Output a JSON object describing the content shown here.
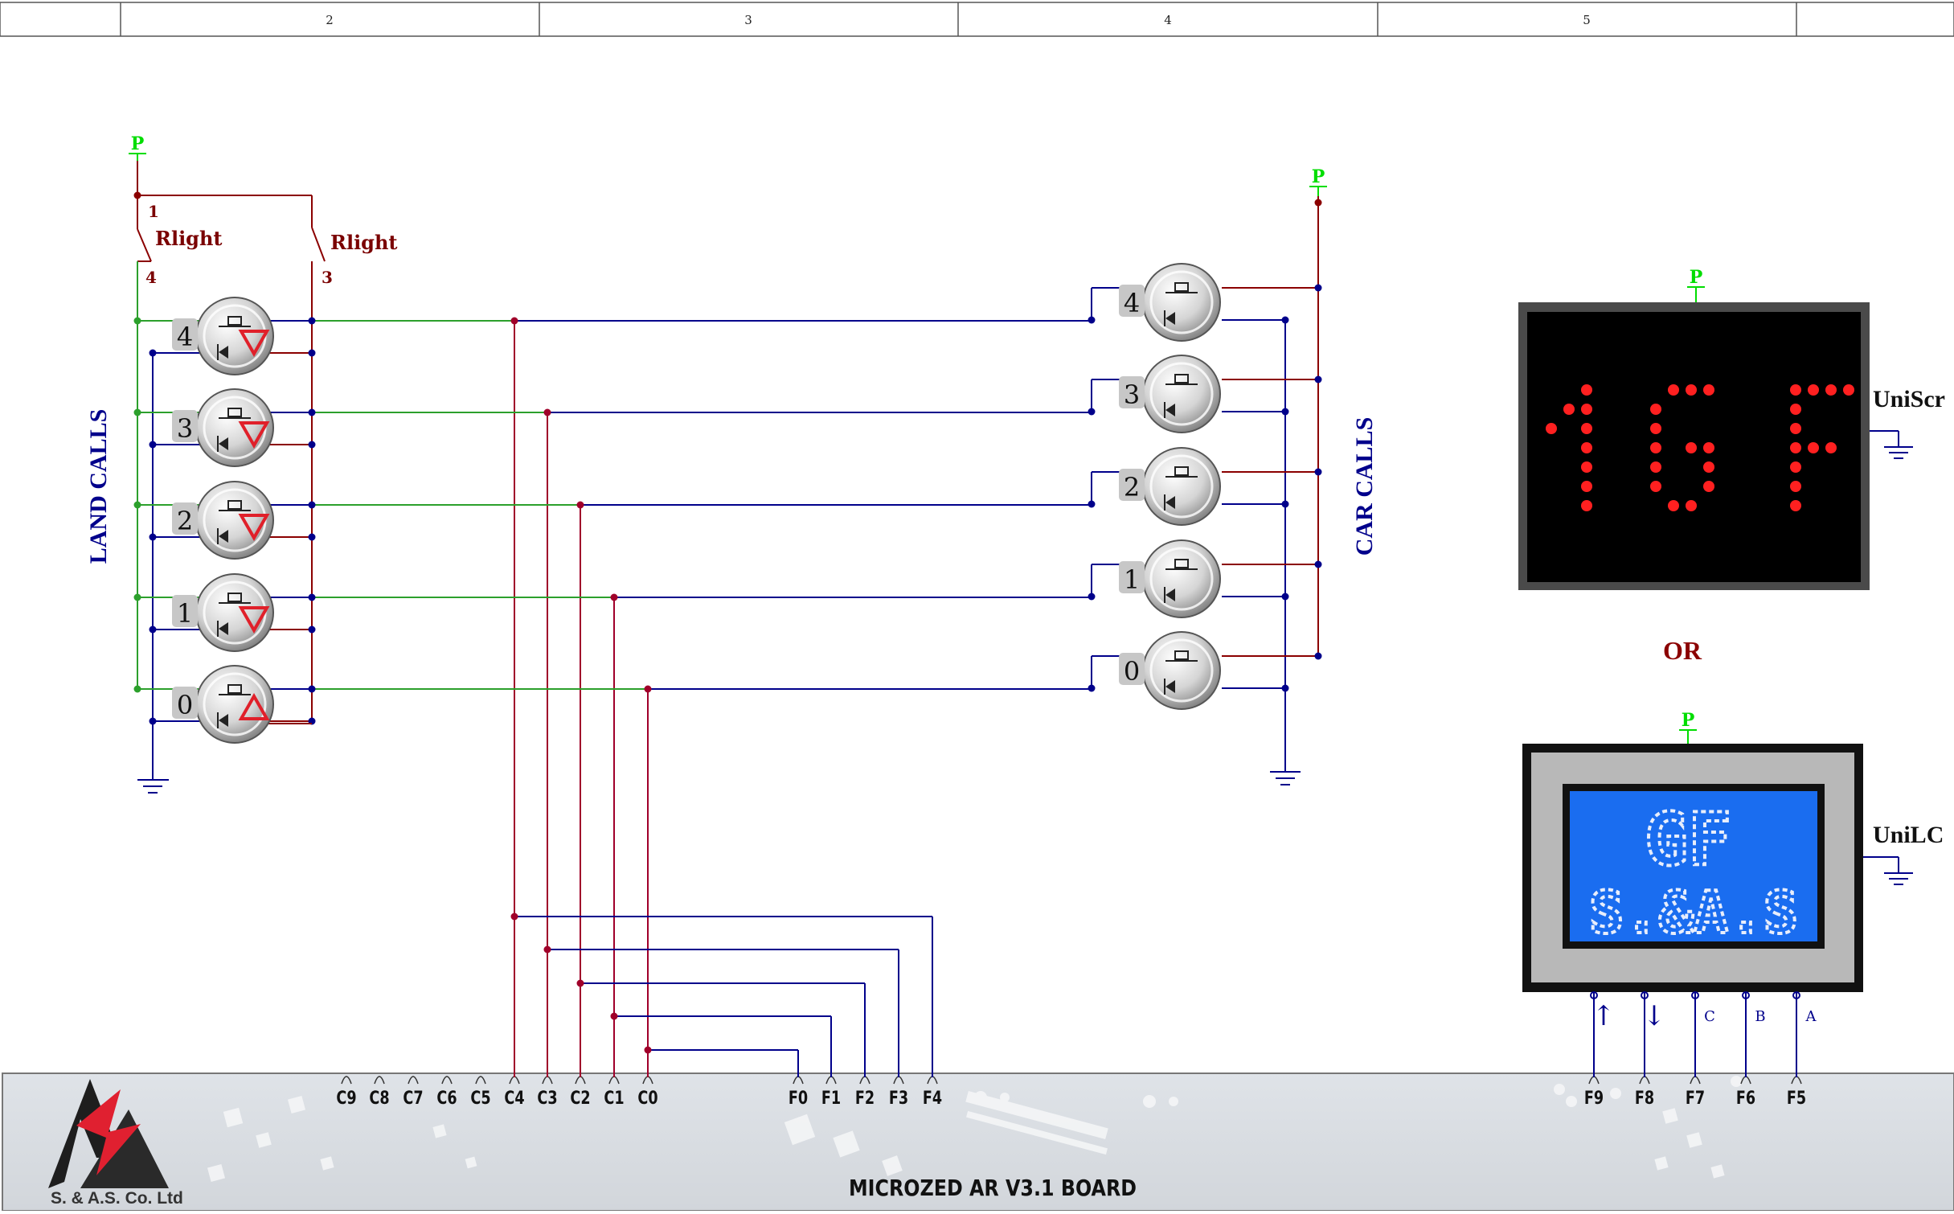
{
  "ruler": {
    "labels": [
      "2",
      "3",
      "4",
      "5"
    ]
  },
  "landing": {
    "title": "LAND CALLS",
    "relay_left_label": "Rlight",
    "relay_right_label": "Rlight",
    "relay_pins": [
      "1",
      "4",
      "3"
    ],
    "power_label": "P",
    "buttons": [
      "4",
      "3",
      "2",
      "1",
      "0"
    ]
  },
  "car": {
    "title": "CAR CALLS",
    "power_label": "P",
    "buttons": [
      "4",
      "3",
      "2",
      "1",
      "0"
    ]
  },
  "uniscreen": {
    "label": "UniScr",
    "power_label": "P",
    "display_text": "1GF"
  },
  "or_label": "OR",
  "unilcd": {
    "label": "UniLC",
    "power_label": "P",
    "line1": "GF",
    "line2": "S.&A.S",
    "input_labels": [
      "↑",
      "↓",
      "C",
      "B",
      "A"
    ]
  },
  "board": {
    "name": "MICROZED AR V3.1 BOARD",
    "company": "S. & A.S. Co. Ltd",
    "c_pins": [
      "C9",
      "C8",
      "C7",
      "C6",
      "C5",
      "C4",
      "C3",
      "C2",
      "C1",
      "C0"
    ],
    "f_pins_left": [
      "F0",
      "F1",
      "F2",
      "F3",
      "F4"
    ],
    "f_pins_right": [
      "F9",
      "F8",
      "F7",
      "F6",
      "F5"
    ]
  },
  "colors": {
    "green_wire": "#2ca02c",
    "blue_wire": "#00008b",
    "red_wire": "#a0002a",
    "maroon_wire": "#8b0000",
    "display_led": "#ff2020",
    "lcd_blue": "#1a6df0"
  }
}
